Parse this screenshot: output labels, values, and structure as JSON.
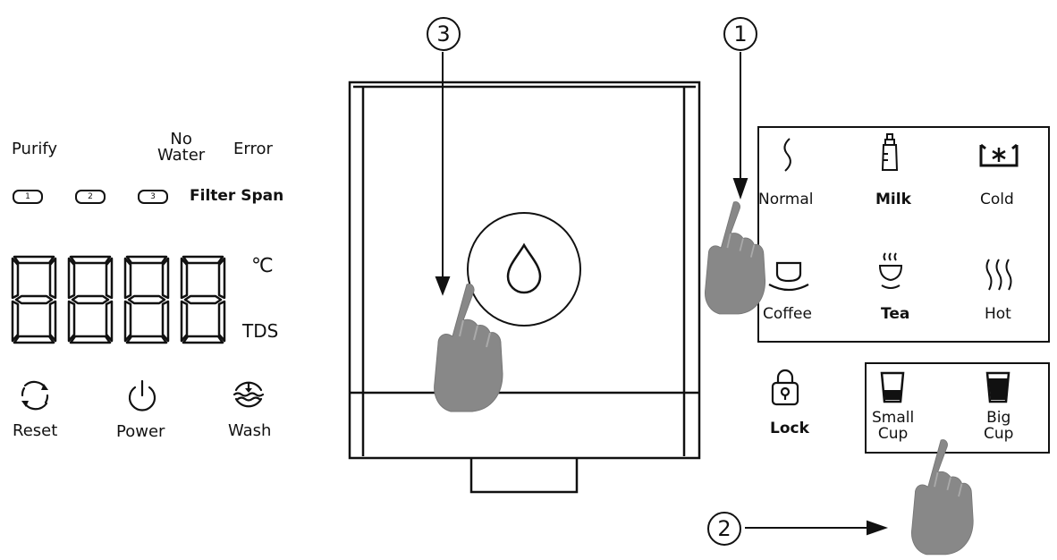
{
  "left_panel": {
    "status": {
      "purify": "Purify",
      "no_water": "No\nWater",
      "error": "Error"
    },
    "filters": {
      "f1": "1",
      "f2": "2",
      "f3": "3",
      "span_label": "Filter Span"
    },
    "display": {
      "unit_c": "℃",
      "unit_tds": "TDS"
    },
    "buttons": {
      "reset": "Reset",
      "power": "Power",
      "wash": "Wash"
    }
  },
  "callouts": {
    "c1": "1",
    "c2": "2",
    "c3": "3"
  },
  "right_panel": {
    "modes": [
      "Normal",
      "Milk",
      "Cold",
      "Coffee",
      "Tea",
      "Hot"
    ],
    "lock": "Lock",
    "small_cup": "Small\nCup",
    "big_cup": "Big\nCup"
  },
  "icons": {
    "normal": "wavy-line-icon",
    "milk": "baby-bottle-icon",
    "cold": "snowflake-cup-icon",
    "coffee": "coffee-cup-icon",
    "tea": "tea-cup-icon",
    "hot": "steam-icon",
    "water": "water-drop-icon",
    "lock": "lock-icon",
    "small_cup": "small-cup-icon",
    "big_cup": "big-cup-icon",
    "reset": "reset-icon",
    "power": "power-icon",
    "wash": "wash-icon",
    "hand": "pointing-hand-icon"
  }
}
